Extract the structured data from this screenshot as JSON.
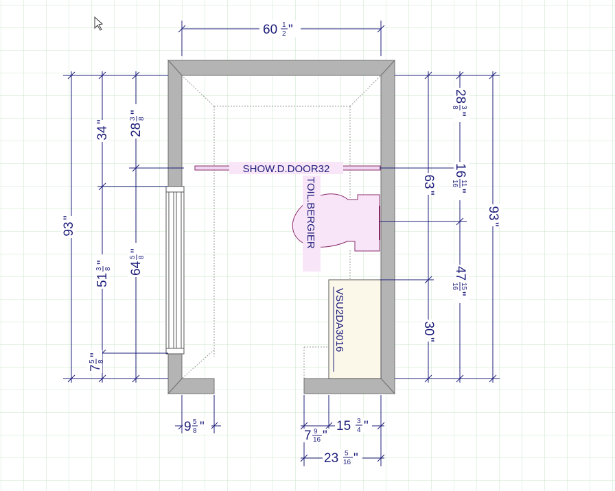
{
  "plan": {
    "wall_color": "#b4b4b4",
    "grid_color": "#c8e6c8",
    "dim_color": "#1c1c7a",
    "fixture_fill": "#f8e6f8",
    "fixture_stroke": "#8a2a6a",
    "vanity_fill": "#fbf8ea"
  },
  "labels": {
    "door": "SHOW.D.DOOR32",
    "toilet": "TOIL.BERGIER",
    "vanity": "VSU2DA3016"
  },
  "dimensions": {
    "top_width": {
      "whole": "60",
      "num": "1",
      "den": "2",
      "unit": "\""
    },
    "left_total": {
      "whole": "93",
      "unit": "\""
    },
    "left_upper": {
      "whole": "34",
      "unit": "\""
    },
    "left_mid": {
      "whole": "51",
      "num": "3",
      "den": "8",
      "unit": "\""
    },
    "left_small": {
      "whole": "7",
      "num": "5",
      "den": "8",
      "unit": "\""
    },
    "left2_upper": {
      "whole": "28",
      "num": "3",
      "den": "8",
      "unit": "\""
    },
    "left2_lower": {
      "whole": "64",
      "num": "5",
      "den": "8",
      "unit": "\""
    },
    "right_upper": {
      "whole": "28",
      "num": "3",
      "den": "8",
      "unit": "\""
    },
    "right_mid": {
      "whole": "16",
      "num": "11",
      "den": "16",
      "unit": "\""
    },
    "right_lower": {
      "whole": "47",
      "num": "15",
      "den": "16",
      "unit": "\""
    },
    "right_63": {
      "whole": "63",
      "unit": "\""
    },
    "right_30": {
      "whole": "30",
      "unit": "\""
    },
    "right_total": {
      "whole": "93",
      "unit": "\""
    },
    "bottom_left": {
      "whole": "9",
      "num": "5",
      "den": "8",
      "unit": "\""
    },
    "bottom_a": {
      "whole": "7",
      "num": "9",
      "den": "16",
      "unit": "\""
    },
    "bottom_b": {
      "whole": "15",
      "num": "3",
      "den": "4",
      "unit": "\""
    },
    "bottom_total": {
      "whole": "23",
      "num": "5",
      "den": "16",
      "unit": "\""
    }
  }
}
